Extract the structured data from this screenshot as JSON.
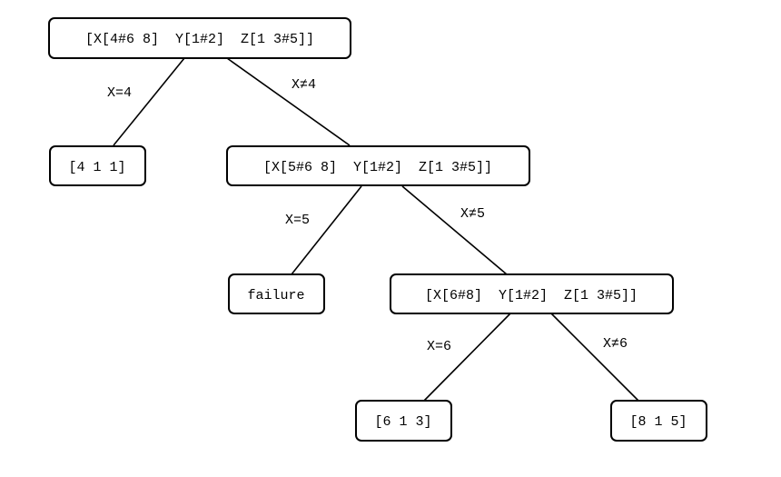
{
  "nodes": {
    "root": "[X[4#6 8]  Y[1#2]  Z[1 3#5]]",
    "leaf_x4": "[4 1 1]",
    "branch_x_not4": "[X[5#6 8]  Y[1#2]  Z[1 3#5]]",
    "leaf_failure": "failure",
    "branch_x_not5": "[X[6#8]  Y[1#2]  Z[1 3#5]]",
    "leaf_x6": "[6 1 3]",
    "leaf_x_not6": "[8 1 5]"
  },
  "edges": {
    "x_eq_4": "X=4",
    "x_neq_4": "X≠4",
    "x_eq_5": "X=5",
    "x_neq_5": "X≠5",
    "x_eq_6": "X=6",
    "x_neq_6": "X≠6"
  }
}
